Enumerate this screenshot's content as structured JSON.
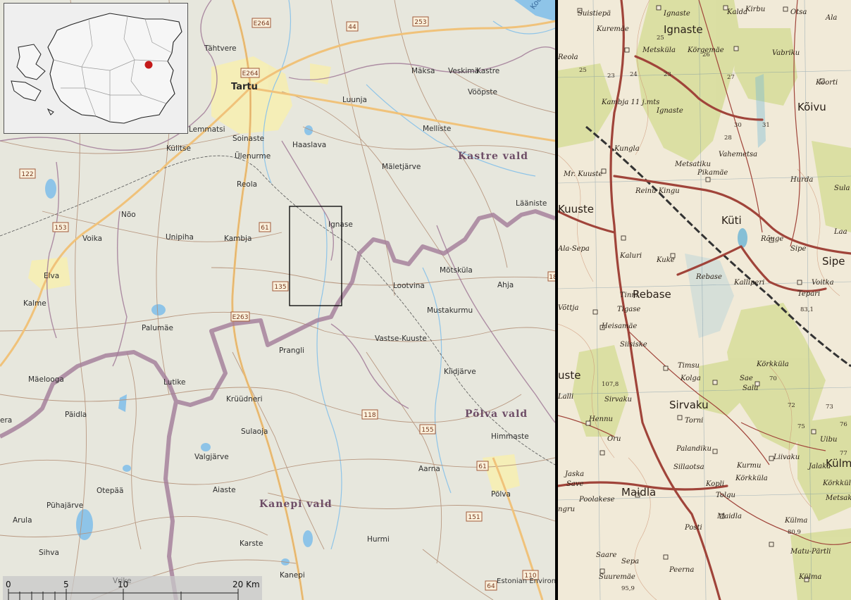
{
  "left_map": {
    "places": {
      "tartu": "Tartu",
      "tahtvere": "Tähtvere",
      "lemmatsi": "Lemmatsi",
      "kulitse": "Külitse",
      "soinaste": "Soinaste",
      "ulenurme": "Ülenurme",
      "haaslava": "Haaslava",
      "luunja": "Luunja",
      "maksa": "Mäksa",
      "veskima": "Veskimä",
      "kastre": "Kastre",
      "vоopste": "Vöõpste",
      "melliste": "Melliste",
      "maletjarve": "Mäletjärve",
      "reola": "Reola",
      "noo": "Nõo",
      "voika": "Voika",
      "unipiha": "Unipiha",
      "kambja": "Kambja",
      "elva": "Elva",
      "kalme": "Kalme",
      "ignase": "Ignase",
      "laaniste": "Lääniste",
      "motskula": "Mõtsküla",
      "ahja": "Ahja",
      "lootvina": "Lootvina",
      "mustakurmu": "Mustakurmu",
      "palumae": "Palumäe",
      "prangli": "Prangli",
      "vastse_kuuste": "Vastse-Kuuste",
      "kiidjarve": "Kiidjärve",
      "maelooga": "Mäelooga",
      "lutike": "Lutike",
      "kruudneri": "Krüüdneri",
      "paidla": "Päidla",
      "era": "era",
      "sulaoja": "Sulaoja",
      "himmaste": "Himmaste",
      "valgjarve": "Valgjärve",
      "aarna": "Aarna",
      "otepaa": "Otepää",
      "puhajarve": "Pühajärve",
      "aiaste": "Aiaste",
      "polva": "Põlva",
      "arula": "Arula",
      "sihva": "Sihva",
      "karste": "Karste",
      "hurmi": "Hurmi",
      "kanepi": "Kanepi",
      "kooraste": "Koo"
    },
    "municipalities": {
      "kastre": "Kastre vald",
      "polva": "Põlva vald",
      "kanepi": "Kanepi vald"
    },
    "road_shields": {
      "e264_top": "E264",
      "r44": "44",
      "r253": "253",
      "e264_city": "E264",
      "r122": "122",
      "r153": "153",
      "r61_top": "61",
      "r135": "135",
      "e263": "E263",
      "r118": "118",
      "r155": "155",
      "r61_bottom": "61",
      "r151": "151",
      "r110": "110",
      "r64": "64",
      "r18": "18"
    },
    "scale_bar": {
      "labels": [
        "0",
        "5",
        "10",
        "20 Km"
      ],
      "faded_label": "Vrike"
    },
    "attribution": "Estonian Environ"
  },
  "old_map": {
    "labels": {
      "suistipea": "Suistiepä",
      "ignaste_top": "Ignaste",
      "kalda": "Kalda",
      "kirbu": "Kirbu",
      "otsa": "Otsa",
      "ala": "Ala",
      "kuremae": "Kuremäe",
      "ignaste_big": "Ignaste",
      "reola": "Reola",
      "metskula": "Metsküla",
      "korgemae": "Körgemäe",
      "vabriku": "Vabriku",
      "koorti": "Koorti",
      "kambja_mts": "Kambja 11 j.mts",
      "ignaste_mid": "Ignaste",
      "koivu": "Kõivu",
      "kungla": "Kungla",
      "vahemetsa": "Vahemetsa",
      "metsatiku": "Metsatiku",
      "pikamae": "Pikamäe",
      "mr_kuuste": "Mr. Kuuste",
      "hurda": "Hurda",
      "sula": "Sula",
      "kuuste": "Kuuste",
      "reinu_kingu": "Reinu Kingu",
      "kuti": "Küti",
      "rouge": "Rõuge",
      "laa": "Laa",
      "ala_sepa": "Ala-Sepa",
      "kaluri": "Kaluri",
      "kuke": "Kuke",
      "sipe_small": "Sipe",
      "sipe": "Sipe",
      "rebase_small": "Rebase",
      "kalliperi": "Kalliperi",
      "voitka": "Voitka",
      "tepari": "Tepari",
      "tinni": "Tinni",
      "rebase": "Rebase",
      "vottja": "Võttja",
      "tigase": "Tigase",
      "height_83": "83,1",
      "heisamae": "Heisamäe",
      "siisiske": "Siisiske",
      "timsu": "Timsu",
      "kolga": "Kolga",
      "korkkula": "Körkküla",
      "sae": "Sae",
      "salu": "Salu",
      "uste": "uste",
      "lalli": "Lalli",
      "sirvaku_small": "Sirvaku",
      "sirvaku": "Sirvaku",
      "torni": "Torni",
      "hennu": "Hennu",
      "oru": "Oru",
      "uibu": "Uibu",
      "palandiku": "Palandiku",
      "liivaku": "Liivaku",
      "jalaka": "Jalaka",
      "kulma": "Külma",
      "korkkula_r": "Körkküla",
      "metsaki": "Metsaki",
      "jaska": "Jaska",
      "save": "Save",
      "sillaotsa": "Sillaotsa",
      "kurmu": "Kurmu",
      "korkkula2": "Körkküla",
      "maidla": "Maidla",
      "poolakese": "Poolakese",
      "kopli": "Kopli",
      "tolgu": "Tolgu",
      "maidla_small": "Maidla",
      "kulma_small": "Külma",
      "height_80": "80,9",
      "posti": "Posti",
      "ngru": "ngru",
      "saare": "Saare",
      "sepa": "Sepa",
      "matu_partli": "Matu-Pärtli",
      "suuremae": "Suuremäe",
      "peerna": "Peerna",
      "height_95": "95,9",
      "kulma_bottom": "Külma"
    }
  },
  "colors": {
    "land": "#e7e7dd",
    "major_road": "#f0c27a",
    "road": "#b49078",
    "boundary": "#a27c99",
    "water": "#8ec4e8",
    "urban": "#f7eeb0",
    "old_paper": "#f1ead8",
    "old_forest": "#d9dea0",
    "old_road": "#a0443a",
    "old_water": "#74b8d6",
    "inset_dot": "#c41a1a"
  }
}
